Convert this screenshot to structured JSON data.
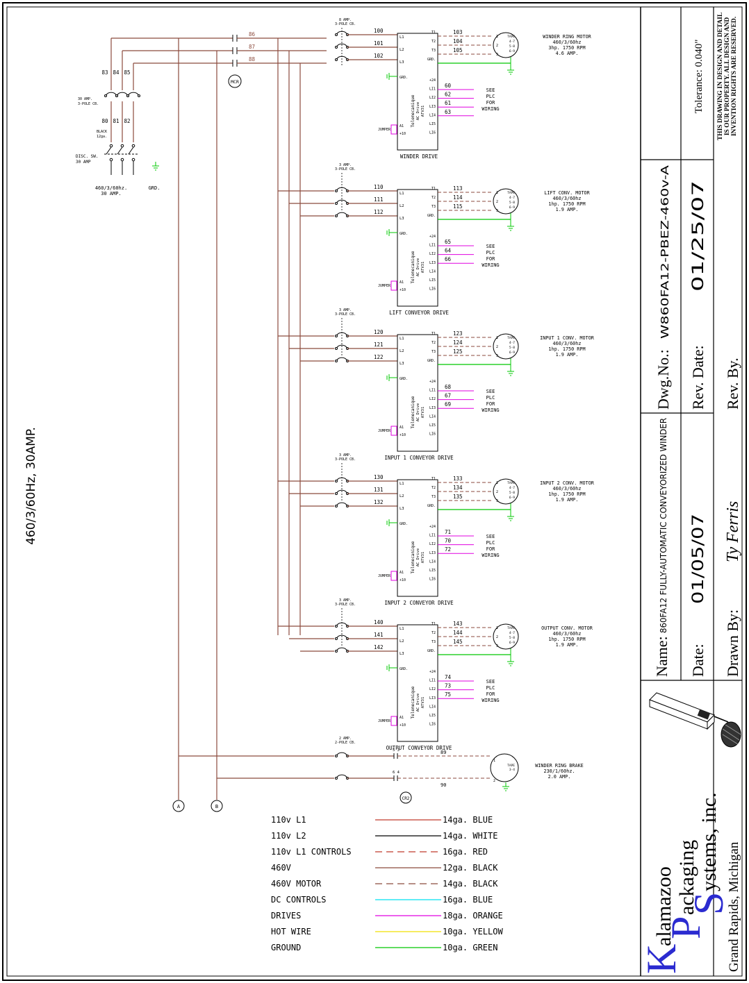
{
  "title_block": {
    "name_label": "Name:",
    "name_value": "860FA12 FULLY-AUTOMATIC CONVEYORIZED WINDER",
    "dwg_label": "Dwg.No.:",
    "dwg_value": "W860FA12-PBEZ-460v-A",
    "date_label": "Date:",
    "date_value": "01/05/07",
    "rev_date_label": "Rev. Date:",
    "rev_date_value": "01/25/07",
    "drawn_label": "Drawn By:",
    "drawn_value": "Ty Ferris",
    "rev_by_label": "Rev. By.",
    "tolerance": "Tolerance: 0.040\"",
    "notice": [
      "THIS DRAWING IN DESIGN AND DETAIL",
      "IS OUR PROPERTY. ALL DESIGN AND",
      "INVENTION RIGHTS ARE RESERVED."
    ],
    "company_line1": "alamazoo",
    "company_line2": "ackaging",
    "company_line3": "ystems,  inc.",
    "company_initials": [
      "K",
      "P",
      "S"
    ],
    "location": "Grand Rapids, Michigan"
  },
  "side_label": "460/3/60Hz, 30AMP.",
  "main_supply": {
    "cb_label": [
      "30 AMP.",
      "3-POLE CB."
    ],
    "wire_black": [
      "BLACK",
      "12ga."
    ],
    "disc_label": [
      "DISC. SW.",
      "30 AMP"
    ],
    "supply_label": [
      "460/3/60hz.",
      "30 AMP."
    ],
    "grd_label": "GRD.",
    "wires_top": [
      "83",
      "84",
      "85"
    ],
    "wires_mid": [
      "80",
      "81",
      "82"
    ],
    "feeder_wires": [
      "86",
      "87",
      "88"
    ],
    "mcr_label": "MCR"
  },
  "drives": [
    {
      "cb": [
        "8 AMP.",
        "3-POLE CB."
      ],
      "line_wires": [
        "100",
        "101",
        "102"
      ],
      "motor_wires": [
        "103",
        "104",
        "105"
      ],
      "plc_wires": [
        "60",
        "62",
        "61",
        "63"
      ],
      "motor_lines": [
        "WINDER RING MOTOR",
        "460/3/60hz",
        "3hp. 1750 RPM",
        "4.6 AMP."
      ],
      "title": "WINDER DRIVE"
    },
    {
      "cb": [
        "3 AMP.",
        "3-POLE CB."
      ],
      "line_wires": [
        "110",
        "111",
        "112"
      ],
      "motor_wires": [
        "113",
        "114",
        "115"
      ],
      "plc_wires": [
        "65",
        "64",
        "66"
      ],
      "motor_lines": [
        "LIFT CONV. MOTOR",
        "460/3/60hz",
        "1hp. 1750 RPM",
        "1.9 AMP."
      ],
      "title": "LIFT CONVEYOR DRIVE"
    },
    {
      "cb": [
        "3 AMP.",
        "3-POLE CB."
      ],
      "line_wires": [
        "120",
        "121",
        "122"
      ],
      "motor_wires": [
        "123",
        "124",
        "125"
      ],
      "plc_wires": [
        "68",
        "67",
        "69"
      ],
      "motor_lines": [
        "INPUT 1 CONV. MOTOR",
        "460/3/60hz",
        "1hp. 1750 RPM",
        "1.9 AMP."
      ],
      "title": "INPUT 1 CONVEYOR DRIVE"
    },
    {
      "cb": [
        "3 AMP.",
        "3-POLE CB."
      ],
      "line_wires": [
        "130",
        "131",
        "132"
      ],
      "motor_wires": [
        "133",
        "134",
        "135"
      ],
      "plc_wires": [
        "71",
        "70",
        "72"
      ],
      "motor_lines": [
        "INPUT 2 CONV. MOTOR",
        "460/3/60hz",
        "1hp. 1750 RPM",
        "1.9 AMP."
      ],
      "title": "INPUT 2 CONVEYOR DRIVE"
    },
    {
      "cb": [
        "3 AMP.",
        "3-POLE CB."
      ],
      "line_wires": [
        "140",
        "141",
        "142"
      ],
      "motor_wires": [
        "143",
        "144",
        "145"
      ],
      "plc_wires": [
        "74",
        "73",
        "75"
      ],
      "motor_lines": [
        "OUTPUT CONV. MOTOR",
        "460/3/60hz",
        "1hp. 1750 RPM",
        "1.9 AMP."
      ],
      "title": "OUTPUT CONVEYOR DRIVE"
    }
  ],
  "drive_box": {
    "left_terms": [
      "L1",
      "L2",
      "L3"
    ],
    "right_terms": [
      "T1",
      "T2",
      "T3",
      "GRD."
    ],
    "ctrl_terms": [
      "+24",
      "LI1",
      "LI2",
      "LI3",
      "LI4",
      "LI5",
      "LI6"
    ],
    "grd": "GRD.",
    "a1": "A1",
    "p10": "+10",
    "jumper": "JUMPER",
    "brand": [
      "Telemecanique",
      "AC Drive",
      "ATV31"
    ],
    "see_plc": [
      "SEE",
      "PLC",
      "FOR",
      "WIRING"
    ],
    "tape_lines": [
      "TAPE",
      "4-7",
      "5-8",
      "6-9"
    ],
    "motor_terms": [
      "1",
      "2",
      "3"
    ]
  },
  "brake": {
    "cb": [
      "2 AMP.",
      "2-POLE CB."
    ],
    "contacts_top": "5  3",
    "contacts_bot": "6  4",
    "wires": [
      "89",
      "90"
    ],
    "cr_label": "CR2",
    "tape": [
      "TAPE",
      "3-4"
    ],
    "terms": [
      "1",
      "2"
    ],
    "lines": [
      "WINDER RING BRAKE",
      "230/1/60hz.",
      "2.0 AMP."
    ]
  },
  "bus_labels": [
    "A",
    "B"
  ],
  "legend": [
    {
      "label": "110v L1",
      "spec": "14ga. BLUE",
      "color": "#c0392b",
      "dash": false
    },
    {
      "label": "110v L2",
      "spec": "14ga. WHITE",
      "color": "#000000",
      "dash": false
    },
    {
      "label": "110v L1 CONTROLS",
      "spec": "16ga. RED",
      "color": "#c0392b",
      "dash": true
    },
    {
      "label": "460V",
      "spec": "12ga. BLACK",
      "color": "#8b4a3c",
      "dash": false
    },
    {
      "label": "460V MOTOR",
      "spec": "14ga. BLACK",
      "color": "#8b4a3c",
      "dash": true
    },
    {
      "label": "DC CONTROLS",
      "spec": "16ga. BLUE",
      "color": "#00e0f0",
      "dash": false
    },
    {
      "label": "DRIVES",
      "spec": "18ga. ORANGE",
      "color": "#e000e0",
      "dash": false
    },
    {
      "label": "HOT WIRE",
      "spec": "10ga. YELLOW",
      "color": "#f0e000",
      "dash": false
    },
    {
      "label": "GROUND",
      "spec": "10ga. GREEN",
      "color": "#00c800",
      "dash": false
    }
  ],
  "colors": {
    "power": "#8b4a3c",
    "drives": "#e000e0",
    "ground": "#00c800",
    "line": "#000000",
    "logo": "#2b2bd0"
  }
}
